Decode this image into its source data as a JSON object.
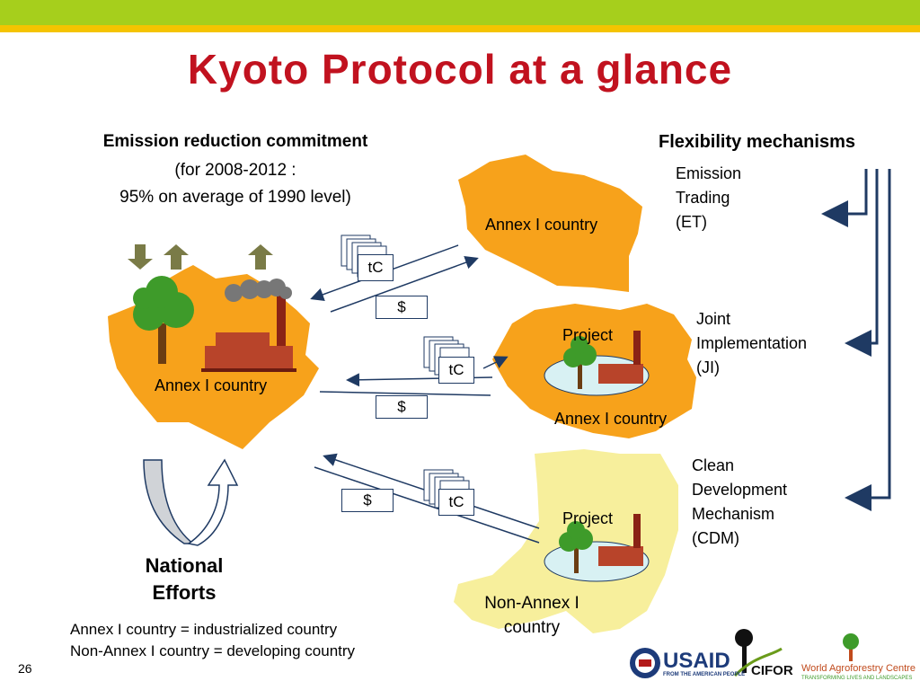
{
  "slide": {
    "title": "Kyoto Protocol at a glance",
    "page_number": "26"
  },
  "left": {
    "heading": "Emission reduction commitment",
    "sub1": "(for 2008-2012 :",
    "sub2": "95% on average of 1990 level)",
    "map_label": "Annex I country",
    "national_efforts_1": "National",
    "national_efforts_2": "Efforts"
  },
  "right": {
    "heading": "Flexibility mechanisms",
    "et": [
      "Emission",
      "Trading",
      "(ET)"
    ],
    "ji": [
      "Joint",
      "Implementation",
      "(JI)"
    ],
    "cdm": [
      "Clean",
      "Development",
      "Mechanism",
      "(CDM)"
    ]
  },
  "maps": {
    "top_label": "Annex I country",
    "mid_project": "Project",
    "mid_label": "Annex I country",
    "bottom_project": "Project",
    "bottom_label_1": "Non-Annex I",
    "bottom_label_2": "country"
  },
  "flows": {
    "tc": "tC",
    "dollar": "$"
  },
  "legend": {
    "line1": "Annex I country = industrialized country",
    "line2": "Non-Annex I country = developing country"
  },
  "logos": {
    "usaid": "USAID",
    "usaid_tag": "FROM THE AMERICAN PEOPLE",
    "cifor": "CIFOR",
    "icraf": "World Agroforestry Centre",
    "icraf_tag": "TRANSFORMING LIVES AND LANDSCAPES"
  },
  "colors": {
    "title": "#c1121f",
    "banner_green": "#a6cf1c",
    "banner_yellow": "#f5c400",
    "annex_map": "#f7a21b",
    "non_annex_map": "#f7ef9c",
    "arrows": "#1f3a63"
  }
}
